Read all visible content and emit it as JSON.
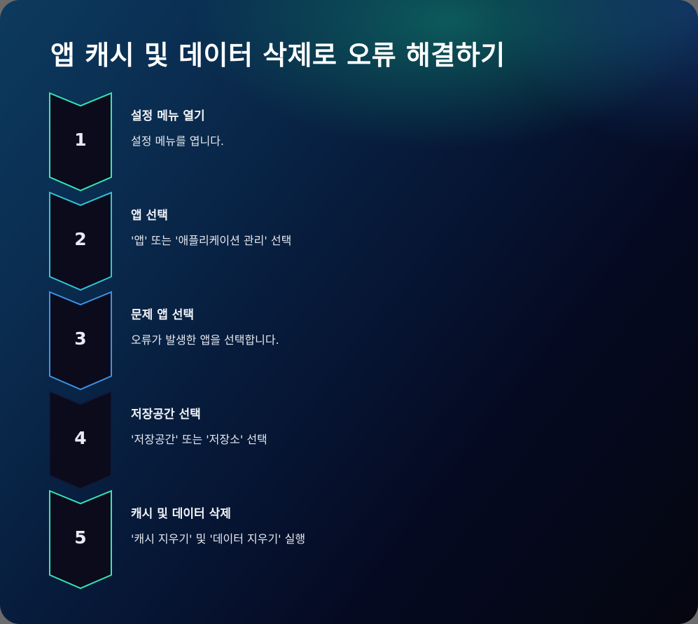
{
  "title": "앱 캐시 및 데이터 삭제로 오류 해결하기",
  "colors": {
    "step1": "#36e6b4",
    "step2": "#31c6d8",
    "step3": "#3b93e6",
    "step4": "#0f1a3a",
    "step5": "#36e6b4",
    "chevron_fill": "#0b0b1c"
  },
  "steps": [
    {
      "number": "1",
      "title": "설정 메뉴 열기",
      "description": "설정 메뉴를 엽니다."
    },
    {
      "number": "2",
      "title": "앱 선택",
      "description": "'앱' 또는 '애플리케이션 관리' 선택"
    },
    {
      "number": "3",
      "title": "문제 앱 선택",
      "description": "오류가 발생한 앱을 선택합니다."
    },
    {
      "number": "4",
      "title": "저장공간 선택",
      "description": "'저장공간' 또는 '저장소' 선택"
    },
    {
      "number": "5",
      "title": "캐시 및 데이터 삭제",
      "description": "'캐시 지우기' 및 '데이터 지우기' 실행"
    }
  ]
}
